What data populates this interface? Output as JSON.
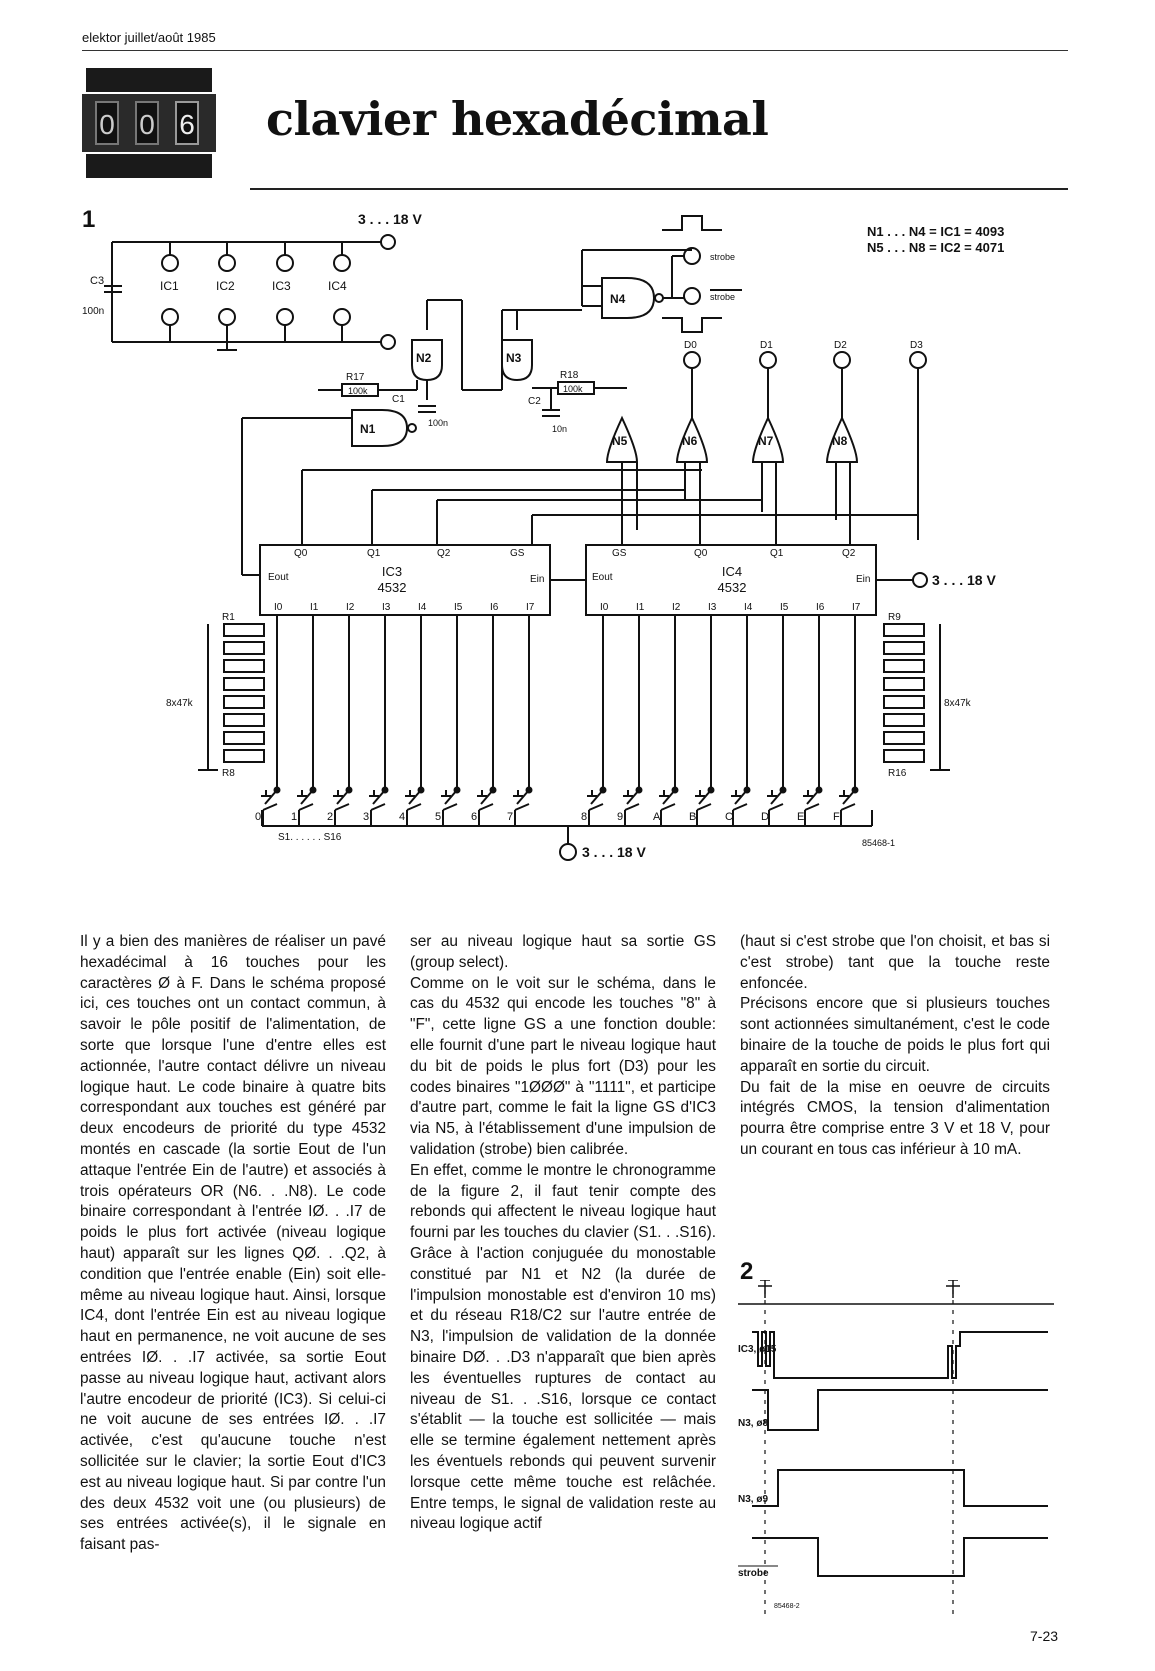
{
  "header": {
    "journal": "elektor juillet/août 1985",
    "logo_digits": [
      "0",
      "0",
      "6"
    ]
  },
  "title": "clavier hexadécimal",
  "figure1": {
    "number": "1",
    "ic_legend_1": "N1 . . . N4 = IC1 = 4093",
    "ic_legend_2": "N5 . . . N8 = IC2 = 4071",
    "supply_label": "3 . . . 18 V",
    "ref": "85468-1",
    "outputs": [
      "D0",
      "D1",
      "D2",
      "D3"
    ],
    "keys": [
      "0",
      "1",
      "2",
      "3",
      "4",
      "5",
      "6",
      "7",
      "8",
      "9",
      "A",
      "B",
      "C",
      "D",
      "E",
      "F"
    ],
    "switch_label": "S1. . . . . . S16",
    "res_left": "8x47k",
    "res_right": "8x47k",
    "strobe": "strobe",
    "strobe_bar": "strobe"
  },
  "body": {
    "col1": [
      "Il y a bien des manières de réaliser un pavé hexadécimal à 16 touches pour les caractères Ø à F. Dans le schéma proposé ici, ces touches ont un contact commun, à savoir le pôle positif de l'alimentation, de sorte que lorsque l'une d'entre elles est actionnée, l'autre contact délivre un niveau logique haut. Le code binaire à quatre bits correspondant aux touches est généré par deux encodeurs de priorité du type 4532 montés en cascade (la sortie Eout de l'un attaque l'entrée Ein de l'autre) et associés à trois opérateurs OR (N6. . .N8). Le code binaire correspondant à l'entrée IØ. . .I7 de poids le plus fort activée (niveau logique haut) apparaît sur les lignes QØ. . .Q2, à condition que l'entrée enable (Ein) soit elle-même au niveau logique haut. Ainsi, lorsque IC4, dont l'entrée Ein est au niveau logique haut en permanence, ne voit aucune de ses entrées IØ. . .I7 activée, sa sortie Eout passe au niveau logique haut, activant alors l'autre encodeur de priorité (IC3). Si celui-ci ne voit aucune de ses entrées IØ. . .I7 activée, c'est qu'aucune touche n'est sollicitée sur le clavier; la sortie Eout d'IC3 est au niveau logique haut. Si par contre l'un des deux 4532 voit une (ou plusieurs) de ses entrées activée(s), il le signale en faisant pas-"
    ],
    "col2": [
      "ser au niveau logique haut sa sortie GS (group select).",
      "Comme on le voit sur le schéma, dans le cas du 4532 qui encode les touches \"8\" à \"F\", cette ligne GS a une fonction double: elle fournit d'une part le niveau logique haut du bit de poids le plus fort (D3) pour les codes binaires \"1ØØØ\" à \"1111\", et participe d'autre part, comme le fait la ligne GS d'IC3 via N5, à l'établissement d'une impulsion de validation (strobe) bien calibrée.",
      "En effet, comme le montre le chronogramme de la figure 2, il faut tenir compte des rebonds qui affectent le niveau logique haut fourni par les touches du clavier (S1. . .S16). Grâce à l'action conjuguée du monostable constitué par N1 et N2 (la durée de l'impulsion monostable est d'environ 10 ms) et du réseau R18/C2 sur l'autre entrée de N3, l'impulsion de validation de la donnée binaire DØ. . .D3 n'apparaît que bien après les éventuelles ruptures de contact au niveau de S1. . .S16, lorsque ce contact s'établit — la touche est sollicitée — mais elle se termine également nettement après les éventuels rebonds qui peuvent survenir lorsque cette même touche est relâchée. Entre temps, le signal de validation reste au niveau logique actif"
    ],
    "col3": [
      "(haut si c'est strobe que l'on choisit, et bas si c'est strobe) tant que la touche reste enfoncée.",
      "Précisons encore que si plusieurs touches sont actionnées simultanément, c'est le code binaire de la touche de poids le plus fort qui apparaît en sortie du circuit.",
      "Du fait de la mise en oeuvre de circuits intégrés CMOS, la tension d'alimentation pourra être comprise entre 3 V et 18 V, pour un courant en tous cas inférieur à 10 mA."
    ]
  },
  "figure2": {
    "number": "2",
    "signals": [
      "IC3, ø15",
      "N3, ø8",
      "N3, ø9",
      "strobe"
    ],
    "ref": "85468-2"
  },
  "page_number": "7-23"
}
